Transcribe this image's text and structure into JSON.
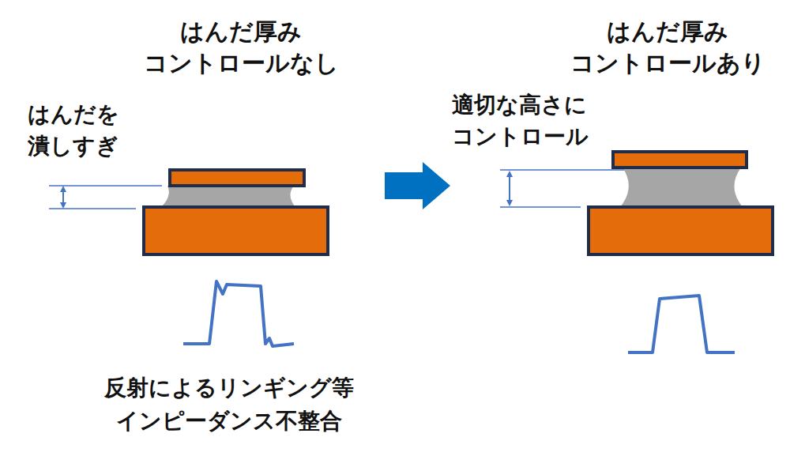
{
  "diagram": {
    "labels": [
      "はんだ厚み コントロールなし",
      "はんだ厚み コントロールあり",
      "はんだを 潰しすぎ",
      "適切な高さに コントロール",
      "反射によるリンギング等 インピーダンス不整合"
    ]
  }
}
